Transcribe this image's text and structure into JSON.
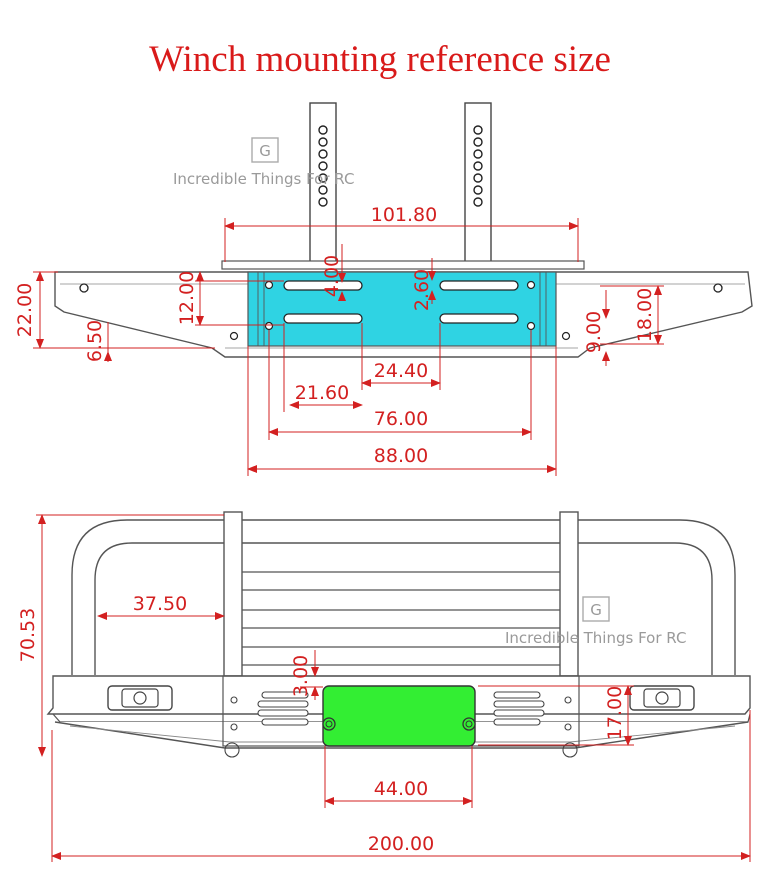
{
  "title": "Winch mounting reference size",
  "watermark": {
    "text": "Incredible Things For RC",
    "logo_letter": "G"
  },
  "dimensions": {
    "top_width_101_80": "101.80",
    "left_height_22_00": "22.00",
    "left_height_12_00": "12.00",
    "left_height_6_50": "6.50",
    "slot_gap_4_00": "4.00",
    "slot_gap_2_60": "2.60",
    "right_height_18_00": "18.00",
    "right_height_9_00": "9.00",
    "width_24_40": "24.40",
    "width_21_60": "21.60",
    "width_76_00": "76.00",
    "width_88_00": "88.00",
    "front_height_70_53": "70.53",
    "front_offset_37_50": "37.50",
    "front_gap_3_00": "3.00",
    "front_height_17_00": "17.00",
    "winch_width_44_00": "44.00",
    "total_width_200_00": "200.00"
  },
  "colors": {
    "dimension_red": "#d32020",
    "title_red": "#d91a1a",
    "mount_plate_cyan": "#2fd3e3",
    "winch_plate_green": "#33ee33",
    "line_gray": "#555555"
  }
}
